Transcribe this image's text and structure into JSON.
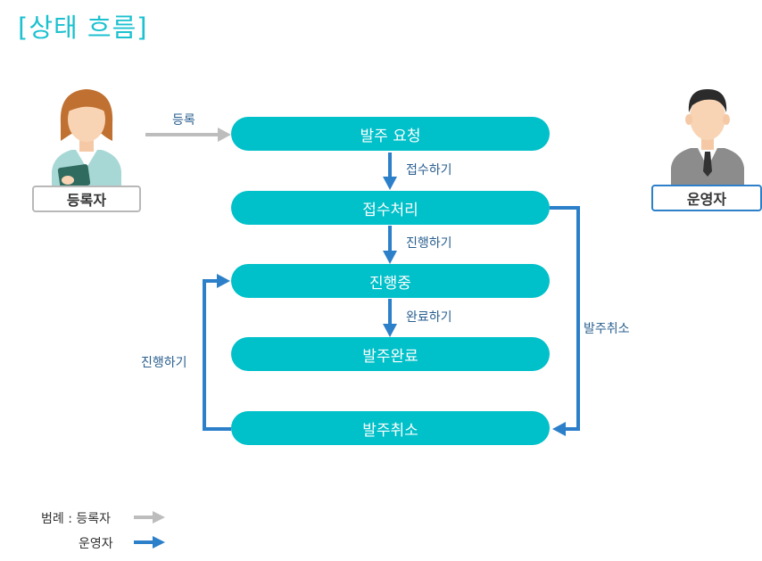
{
  "title": "[상태 흐름]",
  "actors": {
    "registrant": "등록자",
    "operator": "운영자"
  },
  "states": {
    "order_request": "발주 요청",
    "receipt": "접수처리",
    "in_progress": "진행중",
    "completed": "발주완료",
    "cancelled": "발주취소"
  },
  "edges": {
    "register": "등록",
    "accept": "접수하기",
    "proceed": "진행하기",
    "complete": "완료하기",
    "cancel": "발주취소",
    "resume": "진행하기"
  },
  "legend": {
    "registrant": "범례 : 등록자",
    "operator": "운영자"
  },
  "colors": {
    "node": "#00c0c9",
    "registrant_arrow": "#bdbdbd",
    "operator_arrow": "#2c7fc9",
    "title": "#1cc1d0"
  }
}
